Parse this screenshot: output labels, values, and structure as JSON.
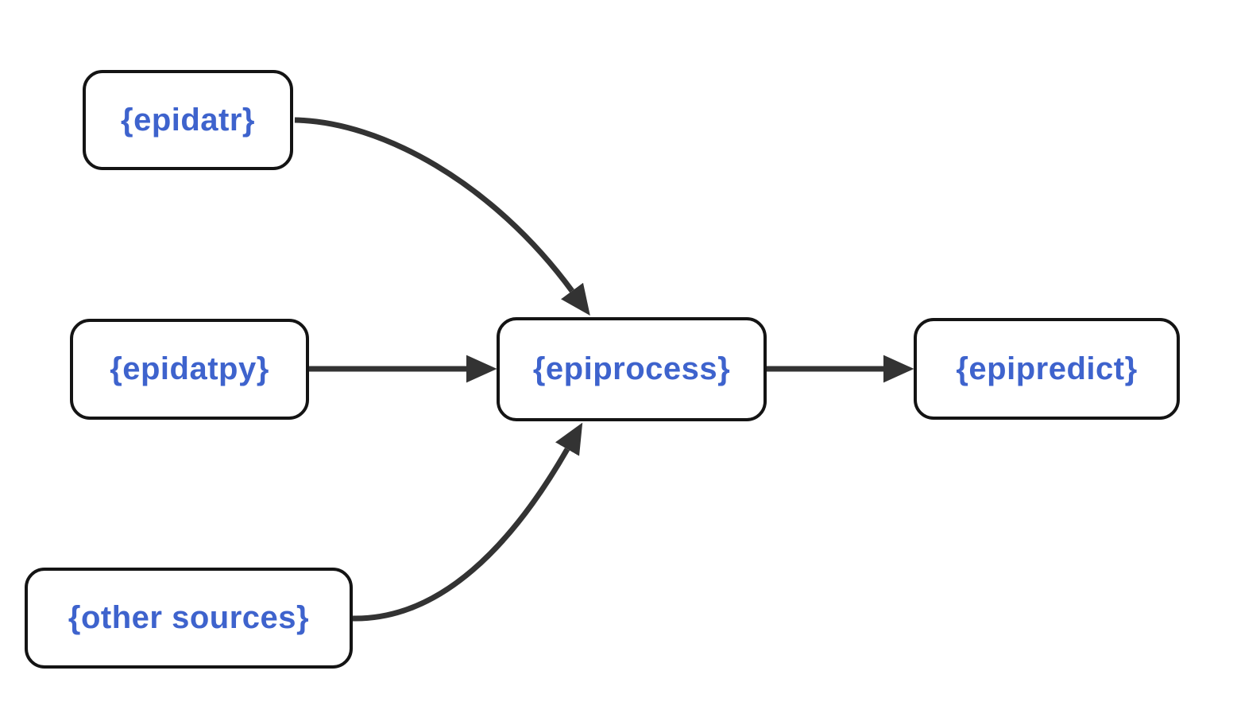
{
  "diagram": {
    "type": "flowchart-left-to-right",
    "background_color": "#ffffff",
    "node_fill_color": "#ffffff",
    "node_border_color": "#141414",
    "node_text_color": "#3e63cd",
    "edge_color": "#333333",
    "nodes": [
      {
        "id": "epidatr",
        "label": "{epidatr}"
      },
      {
        "id": "epidatpy",
        "label": "{epidatpy}"
      },
      {
        "id": "other-sources",
        "label": "{other sources}"
      },
      {
        "id": "epiprocess",
        "label": "{epiprocess}"
      },
      {
        "id": "epipredict",
        "label": "{epipredict}"
      }
    ],
    "edges": [
      {
        "from": "epidatr",
        "to": "epiprocess",
        "style": "curved-down"
      },
      {
        "from": "epidatpy",
        "to": "epiprocess",
        "style": "straight"
      },
      {
        "from": "other-sources",
        "to": "epiprocess",
        "style": "curved-up"
      },
      {
        "from": "epiprocess",
        "to": "epipredict",
        "style": "straight"
      }
    ]
  }
}
